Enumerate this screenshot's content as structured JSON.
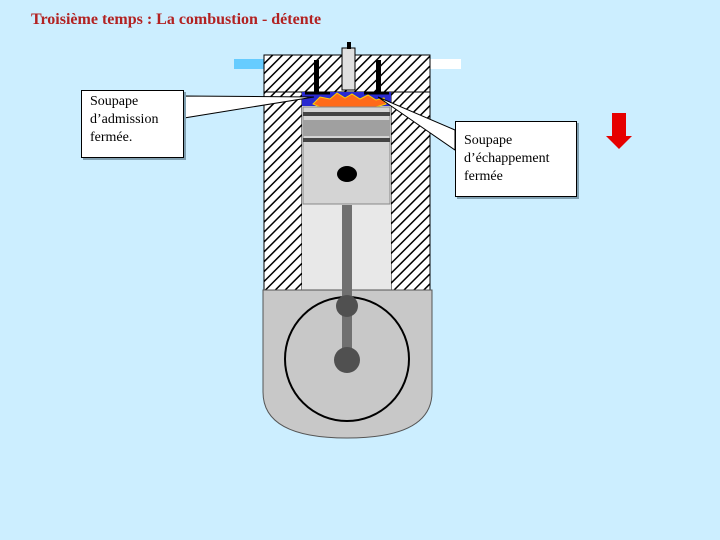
{
  "title": "Troisième temps : La combustion - détente",
  "callouts": {
    "intake": {
      "line1": "Soupape",
      "line2": "d’admission",
      "line3": "fermée."
    },
    "exhaust": {
      "line1": "Soupape",
      "line2": "d’échappement",
      "line3": "fermée"
    }
  },
  "colors": {
    "background": "#cceeff",
    "title": "#b22222",
    "intake_pipe": "#66ccff",
    "exhaust_pipe": "#ffffff",
    "combustion": "#ff6a1a",
    "chamber": "#2a2ad0",
    "arrow": "#e60000",
    "crankcase": "#c8c8c8",
    "piston": "#d4d4d4"
  },
  "icons": {
    "direction": "arrow-down-icon"
  }
}
